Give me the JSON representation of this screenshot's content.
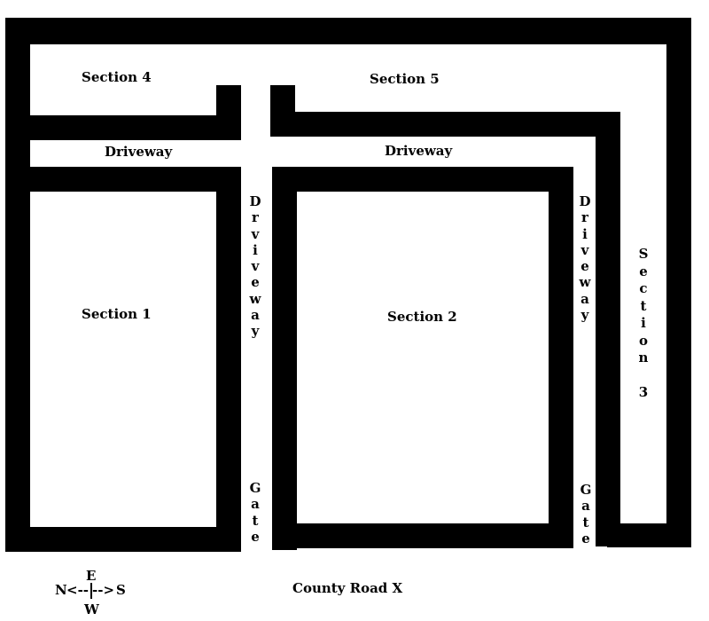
{
  "map": {
    "sections": {
      "s1": "Section 1",
      "s2": "Section 2",
      "s3": "Section 3",
      "s4": "Section 4",
      "s5": "Section 5"
    },
    "driveways": {
      "top_left": "Driveway",
      "top_right": "Driveway",
      "vertical_middle": "Drviveway",
      "vertical_right": "Driveway"
    },
    "gates": {
      "left": "Gate",
      "right": "Gate"
    },
    "road": "County Road X",
    "compass": {
      "north": "N",
      "south": "S",
      "east": "E",
      "west": "W",
      "arrow_left": "<--",
      "arrow_right": "-->"
    },
    "colors": {
      "wall": "#000000",
      "background": "#ffffff"
    }
  }
}
